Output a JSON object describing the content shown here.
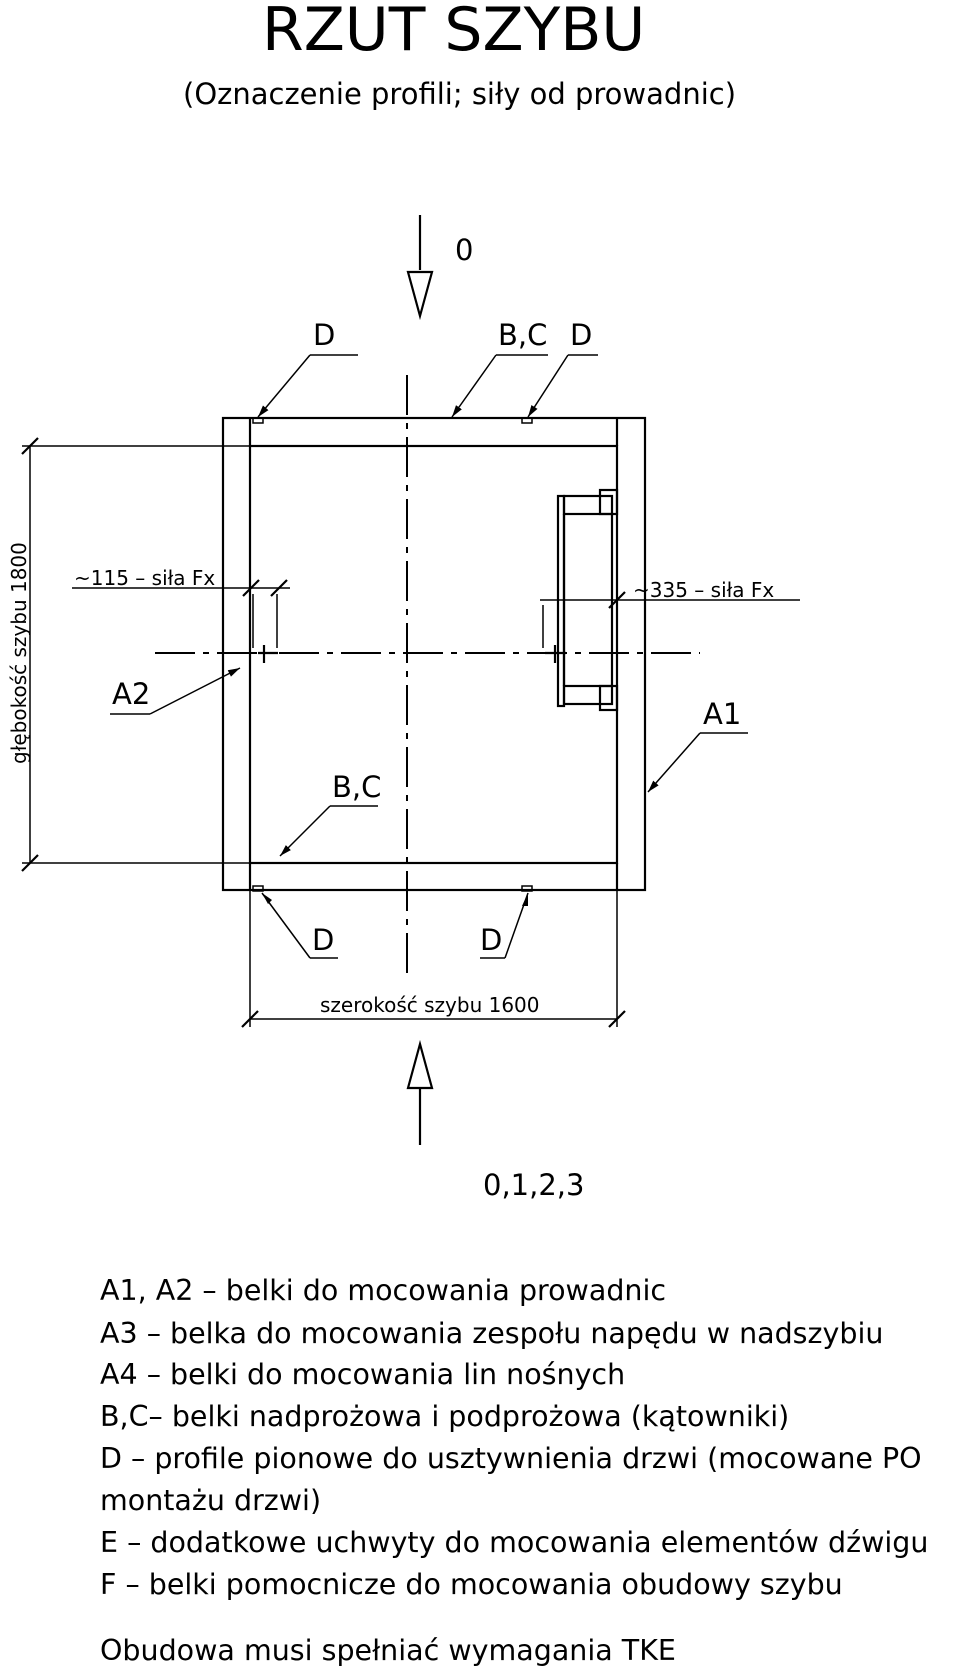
{
  "title": "RZUT SZYBU",
  "subtitle": "(Oznaczenie profili; siły od prowadnic)",
  "labels": {
    "top_arrow": "0",
    "d_top_left": "D",
    "bc_top": "B,C",
    "d_top_right": "D",
    "force_left": "~115 – siła Fx",
    "force_right": "~335 – siła Fx",
    "a2": "A2",
    "a1": "A1",
    "bc_bottom": "B,C",
    "d_bottom_left": "D",
    "d_bottom_right": "D",
    "depth": "głębokość szybu 1800",
    "width": "szerokość szybu 1600",
    "bottom_arrow": "0,1,2,3"
  },
  "legend": [
    "A1, A2   –  belki do mocowania prowadnic",
    "A3  –  belka do mocowania zespołu napędu w nadszybiu",
    "A4  –  belki do mocowania lin nośnych",
    "B,C–  belki nadprożowa i podprożowa (kątowniki)",
    "D  –  profile pionowe do usztywnienia drzwi (mocowane PO",
    "montażu drzwi)",
    "E    –  dodatkowe uchwyty do mocowania elementów dźwigu",
    "F   –  belki pomocnicze do mocowania obudowy szybu"
  ],
  "note": "Obudowa musi spełniać wymagania TKE"
}
